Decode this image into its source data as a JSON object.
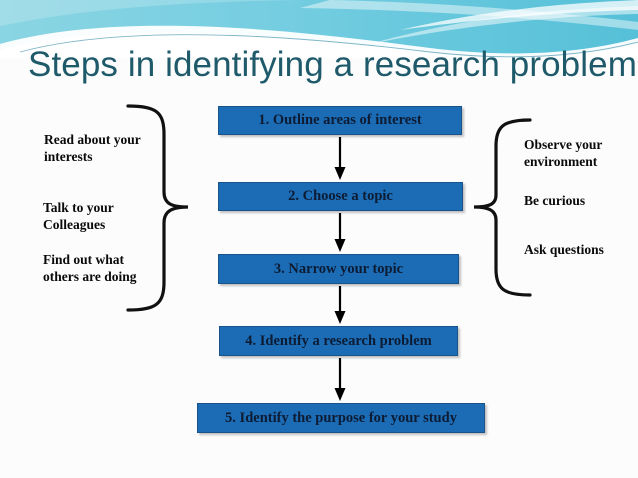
{
  "slide": {
    "title": "Steps in identifying a research problem",
    "title_color": "#1f5a6b",
    "background_color": "#fcfcfc"
  },
  "header": {
    "band_color_left": "#7ed0e0",
    "band_color_right": "#5ec3da",
    "swoosh_color": "#ffffff",
    "accent_line_color": "#6aa9bd"
  },
  "flow": {
    "box_fill": "#1b6cb5",
    "box_border": "#18538c",
    "box_text_color": "#0d1b33",
    "arrow_color": "#000000",
    "steps": [
      {
        "id": "step-1",
        "label": "1. Outline areas of interest"
      },
      {
        "id": "step-2",
        "label": "2. Choose a topic"
      },
      {
        "id": "step-3",
        "label": "3. Narrow your topic"
      },
      {
        "id": "step-4",
        "label": "4. Identify a research problem"
      },
      {
        "id": "step-5",
        "label": "5. Identify the purpose for your study"
      }
    ]
  },
  "left_notes": {
    "brace_icon": "curly-brace-right-icon",
    "items": [
      {
        "label": "Read about your interests"
      },
      {
        "label": "Talk to your Colleagues"
      },
      {
        "label": "Find out what others are doing"
      }
    ]
  },
  "right_notes": {
    "brace_icon": "curly-brace-left-icon",
    "items": [
      {
        "label": "Observe your environment"
      },
      {
        "label": "Be curious"
      },
      {
        "label": "Ask questions"
      }
    ]
  }
}
